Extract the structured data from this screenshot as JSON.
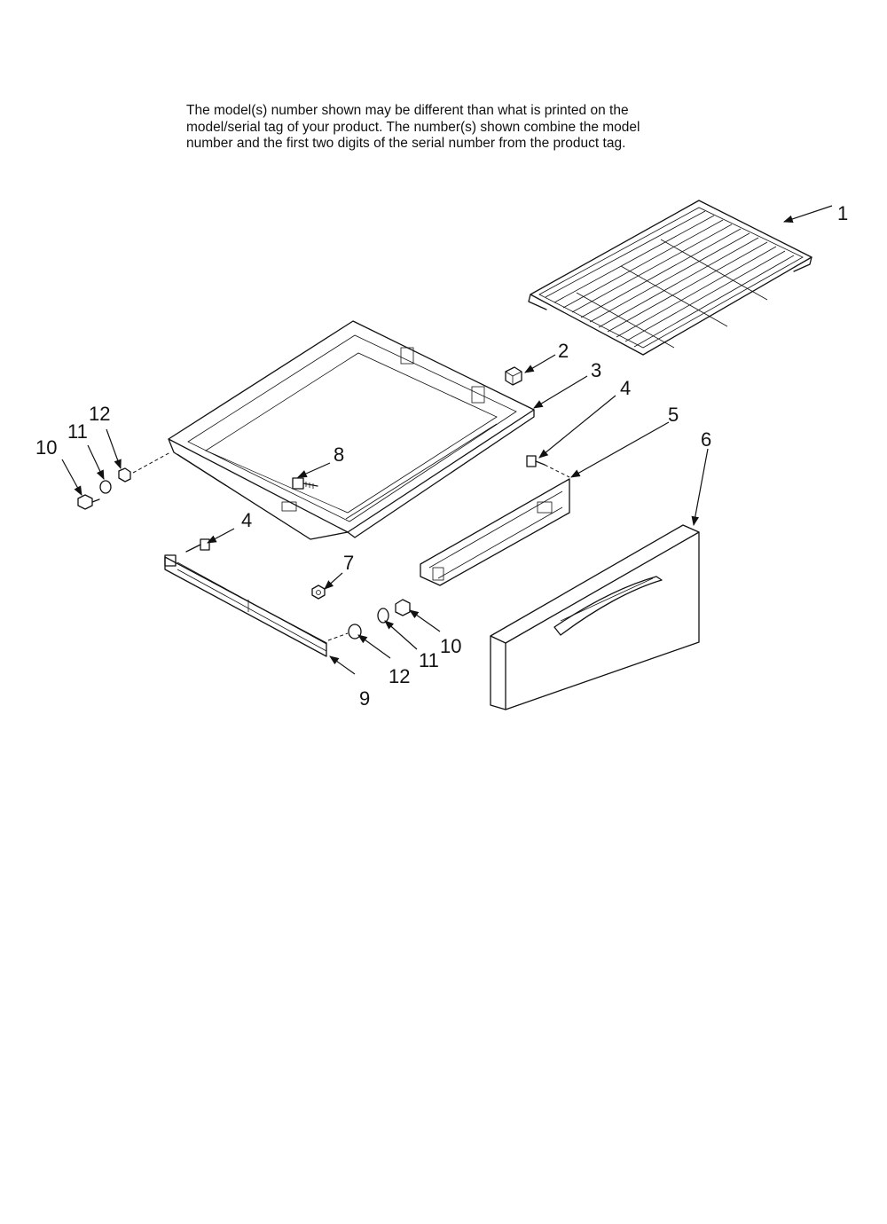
{
  "note": {
    "lines": [
      "The model(s) number shown may be different than what is printed on the",
      "model/serial tag of your product. The number(s) shown combine the model",
      "number and the first two digits of the serial number from the product tag."
    ]
  },
  "callouts": {
    "c1": "1",
    "c2": "2",
    "c3": "3",
    "c4a": "4",
    "c4b": "4",
    "c5": "5",
    "c6": "6",
    "c7": "7",
    "c8": "8",
    "c9": "9",
    "c10a": "10",
    "c10b": "10",
    "c11a": "11",
    "c11b": "11",
    "c12a": "12",
    "c12b": "12"
  }
}
